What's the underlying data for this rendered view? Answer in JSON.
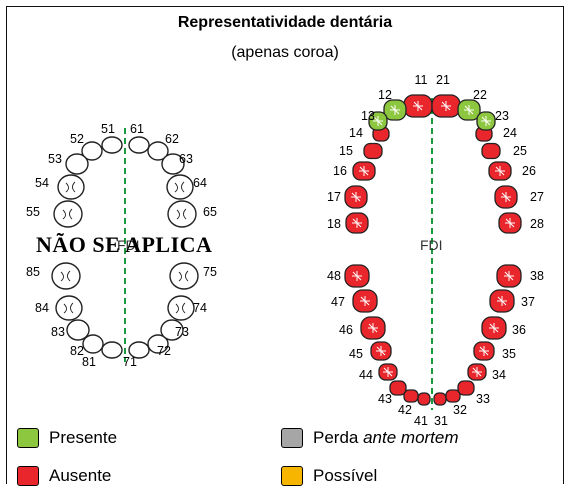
{
  "title": "Representatividade dentária",
  "subtitle": "(apenas coroa)",
  "na_overlay": "NÃO SE APLICA",
  "fdi_label": "FDI",
  "colors": {
    "present": "#8dc63f",
    "absent": "#e8262b",
    "antemortem": "#a6a6a6",
    "possible": "#f7b500",
    "midline": "#1a9a3c"
  },
  "deciduous": {
    "upper": [
      "51",
      "52",
      "53",
      "54",
      "55",
      "61",
      "62",
      "63",
      "64",
      "65"
    ],
    "lower": [
      "71",
      "72",
      "73",
      "74",
      "75",
      "81",
      "82",
      "83",
      "84",
      "85"
    ]
  },
  "permanent": {
    "present": [
      "12",
      "13",
      "22",
      "23"
    ],
    "absent": [
      "11",
      "14",
      "15",
      "16",
      "17",
      "18",
      "21",
      "24",
      "25",
      "26",
      "27",
      "28",
      "31",
      "32",
      "33",
      "34",
      "35",
      "36",
      "37",
      "38",
      "41",
      "42",
      "43",
      "44",
      "45",
      "46",
      "47",
      "48"
    ]
  },
  "legend": {
    "present": "Presente",
    "absent": "Ausente",
    "antemortem_prefix": "Perda ",
    "antemortem_italic": "ante mortem",
    "possible": "Possível"
  }
}
